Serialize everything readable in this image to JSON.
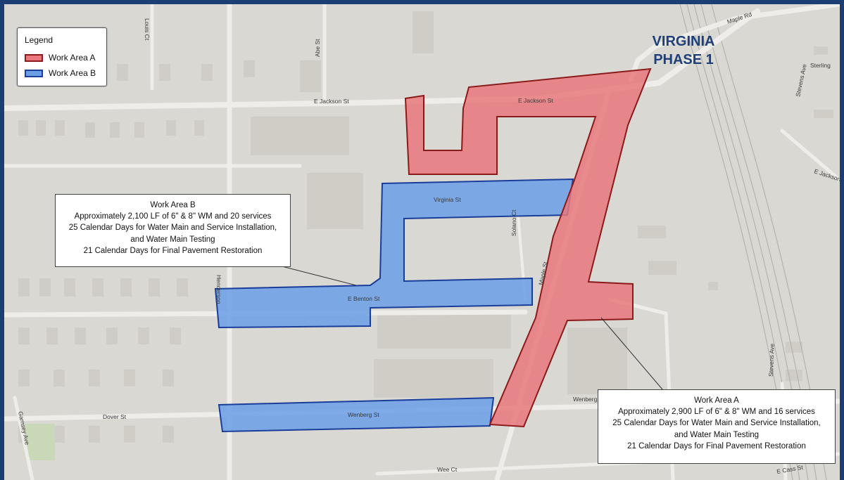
{
  "map": {
    "title": [
      "VIRGINIA",
      "PHASE 1"
    ],
    "colors": {
      "background": "#d9d8d3",
      "frame": "#1c3f73",
      "work_area_a_fill": "#e8787d",
      "work_area_a_stroke": "#8b1a1a",
      "work_area_b_fill": "#6a9fe6",
      "work_area_b_stroke": "#1a3d9a",
      "title": "#1f3f7a"
    },
    "legend": {
      "title": "Legend",
      "items": [
        {
          "label": "Work Area A"
        },
        {
          "label": "Work Area B"
        }
      ]
    },
    "street_labels": [
      "Louis Ct",
      "Abe St",
      "E Jackson St",
      "E Jackson St",
      "Maple Rd",
      "Stevens Ave",
      "Sterling",
      "E Jackson",
      "Virginia St",
      "Solano Ct",
      "E Benton St",
      "Maple St",
      "Henderson",
      "Dover St",
      "Wenberg St",
      "Wenberg R",
      "Wee Ct",
      "E Cass St",
      "Garnsey Ave",
      "Stevens Ave"
    ],
    "callouts": {
      "work_area_b": {
        "lines": [
          "Work Area B",
          "Approximately 2,100 LF of 6\" & 8\" WM and 20 services",
          "25 Calendar Days for Water Main and Service Installation,",
          "and Water Main Testing",
          "21 Calendar Days for Final Pavement Restoration"
        ]
      },
      "work_area_a": {
        "lines": [
          "Work Area A",
          "Approximately 2,900 LF of 6\" & 8\" WM and 16 services",
          "25 Calendar Days for Water Main and Service Installation,",
          "and Water Main Testing",
          "21 Calendar Days for Final Pavement Restoration"
        ]
      }
    }
  }
}
